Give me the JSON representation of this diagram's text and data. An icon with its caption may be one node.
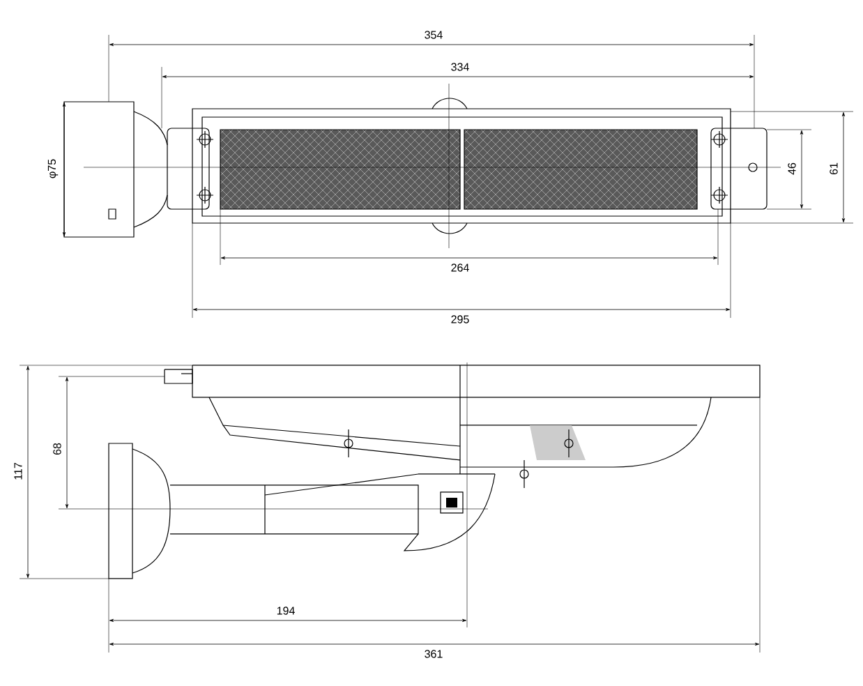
{
  "diagram": {
    "labels": [
      "354",
      "334",
      "φ75",
      "46",
      "61",
      "264",
      "295",
      "117",
      "68",
      "194",
      "361"
    ]
  }
}
